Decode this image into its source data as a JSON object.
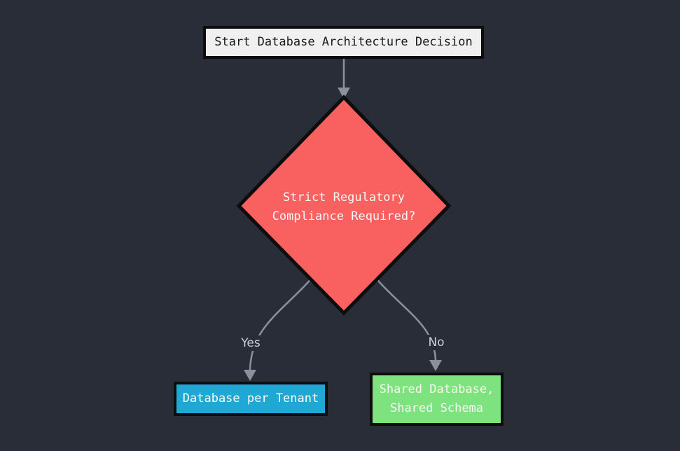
{
  "colors": {
    "background": "#282d38",
    "edge": "#8b919c",
    "edge_label_text": "#cacfd6",
    "node_border": "#0d0d0d",
    "start_fill": "#f0f0f0",
    "start_text": "#1b1b1b",
    "decision_fill": "#f96060",
    "decision_text": "#f7f7f7",
    "yes_result_fill": "#20a8d4",
    "yes_result_text": "#ffffff",
    "no_result_fill": "#7ee27e",
    "no_result_text": "#f7f7f7"
  },
  "flowchart": {
    "start": {
      "label": "Start Database Architecture Decision"
    },
    "decision": {
      "line1": "Strict Regulatory",
      "line2": "Compliance Required?"
    },
    "yes_branch": {
      "edge_label": "Yes",
      "node_label": "Database per Tenant"
    },
    "no_branch": {
      "edge_label": "No",
      "node_line1": "Shared Database,",
      "node_line2": "Shared Schema"
    }
  }
}
